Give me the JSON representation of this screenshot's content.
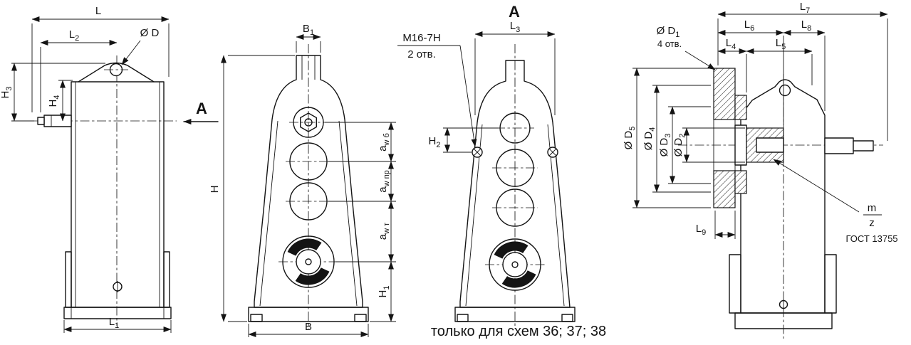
{
  "colors": {
    "ink": "#141414",
    "background": "#ffffff"
  },
  "caption": "только для схем 36; 37; 38",
  "view_side_left": {
    "dim_L": "L",
    "dim_L2": {
      "b": "L",
      "s": "2"
    },
    "dim_D": "Ø D",
    "dim_H3": {
      "b": "H",
      "s": "3"
    },
    "dim_H4": {
      "b": "H",
      "s": "4"
    },
    "dim_L1": {
      "b": "L",
      "s": "1"
    },
    "view_arrow_label": "A"
  },
  "view_front": {
    "dim_B1": {
      "b": "B",
      "s": "1"
    },
    "dim_H": "H",
    "dim_B": "B",
    "dim_aw_b": {
      "b": "a",
      "s": "w б"
    },
    "dim_aw_pr": {
      "b": "a",
      "s": "w пр"
    },
    "dim_aw_t": {
      "b": "a",
      "s": "w т"
    },
    "dim_H1": {
      "b": "H",
      "s": "1"
    }
  },
  "view_a": {
    "title": "A",
    "dim_L3": {
      "b": "L",
      "s": "3"
    },
    "thread_spec": "M16-7H",
    "thread_qty": "2 отв.",
    "dim_H2": {
      "b": "H",
      "s": "2"
    }
  },
  "view_side_right": {
    "dim_L7": {
      "b": "L",
      "s": "7"
    },
    "dim_L6": {
      "b": "L",
      "s": "6"
    },
    "dim_L8": {
      "b": "L",
      "s": "8"
    },
    "dim_L4": {
      "b": "L",
      "s": "4"
    },
    "dim_L5": {
      "b": "L",
      "s": "5"
    },
    "dim_D1": {
      "b": "Ø D",
      "s": "1"
    },
    "holes_qty": "4 отв.",
    "dim_D5": {
      "b": "Ø D",
      "s": "5"
    },
    "dim_D4": {
      "b": "Ø D",
      "s": "4"
    },
    "dim_D3": {
      "b": "Ø D",
      "s": "3"
    },
    "dim_D2": {
      "b": "Ø D",
      "s": "2"
    },
    "dim_L9": {
      "b": "L",
      "s": "9"
    },
    "gear_module": "m",
    "gear_teeth": "z",
    "gear_standard": "ГОСТ 13755"
  }
}
